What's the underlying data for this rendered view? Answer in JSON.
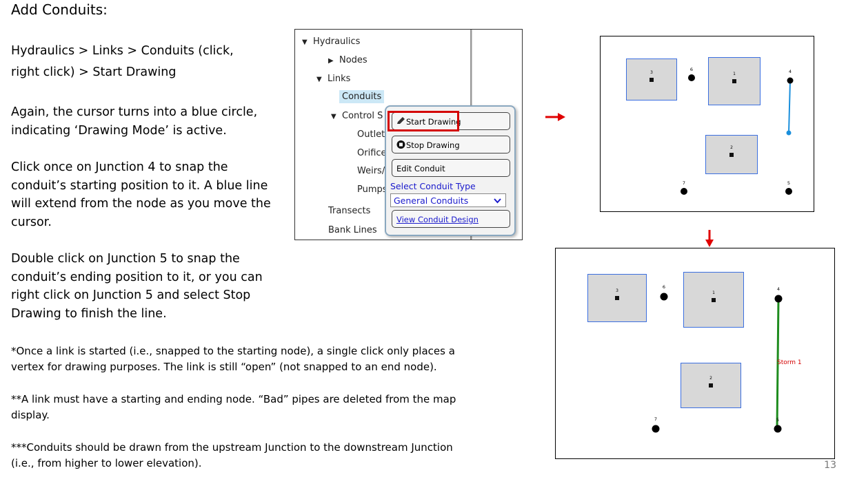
{
  "slide": {
    "title": "Add Conduits:",
    "path_line1": "Hydraulics > Links > Conduits (click,",
    "path_line2": "right click) > Start Drawing",
    "para1_line1": "Again, the cursor turns into a blue circle,",
    "para1_line2": "indicating ‘Drawing Mode’ is active.",
    "para2_line1": "Click once on Junction 4 to snap the",
    "para2_line2": "conduit’s starting position to it. A blue line",
    "para2_line3": "will extend from the node as you move the",
    "para2_line4": "cursor.",
    "para3_line1": "Double click on Junction 5 to snap the",
    "para3_line2": "conduit’s ending position to it, or you can",
    "para3_line3": "right click on Junction 5 and select Stop",
    "para3_line4": "Drawing to finish the line.",
    "note1_line1": "*Once a link is started (i.e., snapped to the starting node), a single click only places a",
    "note1_line2": "vertex for drawing purposes. The link is still “open” (not snapped to an end node).",
    "note2_line1": "**A link must have a starting and ending node. “Bad” pipes are deleted from the map",
    "note2_line2": "display.",
    "note3_line1": "***Conduits should be drawn from the upstream Junction to the downstream Junction",
    "note3_line2": "(i.e., from higher to lower elevation).",
    "page_number": "13"
  },
  "tree": {
    "hydraulics": "Hydraulics",
    "nodes": "Nodes",
    "links": "Links",
    "conduits": "Conduits",
    "control_s": "Control S",
    "outlets": "Outlet",
    "orifices": "Orifice",
    "weirs": "Weirs/",
    "pumps": "Pumps",
    "transects": "Transects",
    "bank_lines": "Bank Lines"
  },
  "menu": {
    "start_drawing": "Start Drawing",
    "stop_drawing": "Stop Drawing",
    "edit_conduit": "Edit Conduit",
    "select_type_label": "Select Conduit Type",
    "selected_type": "General Conduits",
    "view_design": "View Conduit Design"
  },
  "map": {
    "sub3": "3",
    "sub1": "1",
    "sub2": "2",
    "n6": "6",
    "n4": "4",
    "n7": "7",
    "n5": "5",
    "conduit_label": "Storm 1"
  },
  "colors": {
    "drawing_line": "#1a8fdc",
    "conduit_line": "#1e8c1e",
    "highlight": "#d40000",
    "link_text": "#1a1acc"
  },
  "icons": {
    "pencil": "pencil-icon",
    "stop": "stop-icon",
    "caret_down": "caret-down-icon",
    "caret_right": "caret-right-icon",
    "arrow_right": "arrow-right-icon",
    "arrow_down": "arrow-down-icon"
  }
}
